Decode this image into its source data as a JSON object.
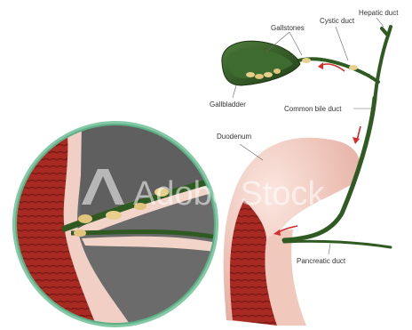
{
  "labels": {
    "hepatic_duct": "Hepatic duct",
    "gallstones": "Gallstones",
    "cystic_duct": "Cystic duct",
    "gallbladder": "Gallbladder",
    "common_bile_duct": "Common bile duct",
    "duodenum": "Duodenum",
    "pancreatic_duct": "Pancreatic duct"
  },
  "watermark": "Adobe Stock",
  "colors": {
    "bile_green": "#2f5a22",
    "duodenum_wall": "#b83228",
    "duodenum_inner": "#7e1c16",
    "mucosa_pink": "#f1cfc4",
    "zoom_ring": "#83c9a6",
    "zoom_background": "#6b6b6b",
    "gallstone": "#e8cf8c",
    "arrow": "#d62c2c"
  }
}
